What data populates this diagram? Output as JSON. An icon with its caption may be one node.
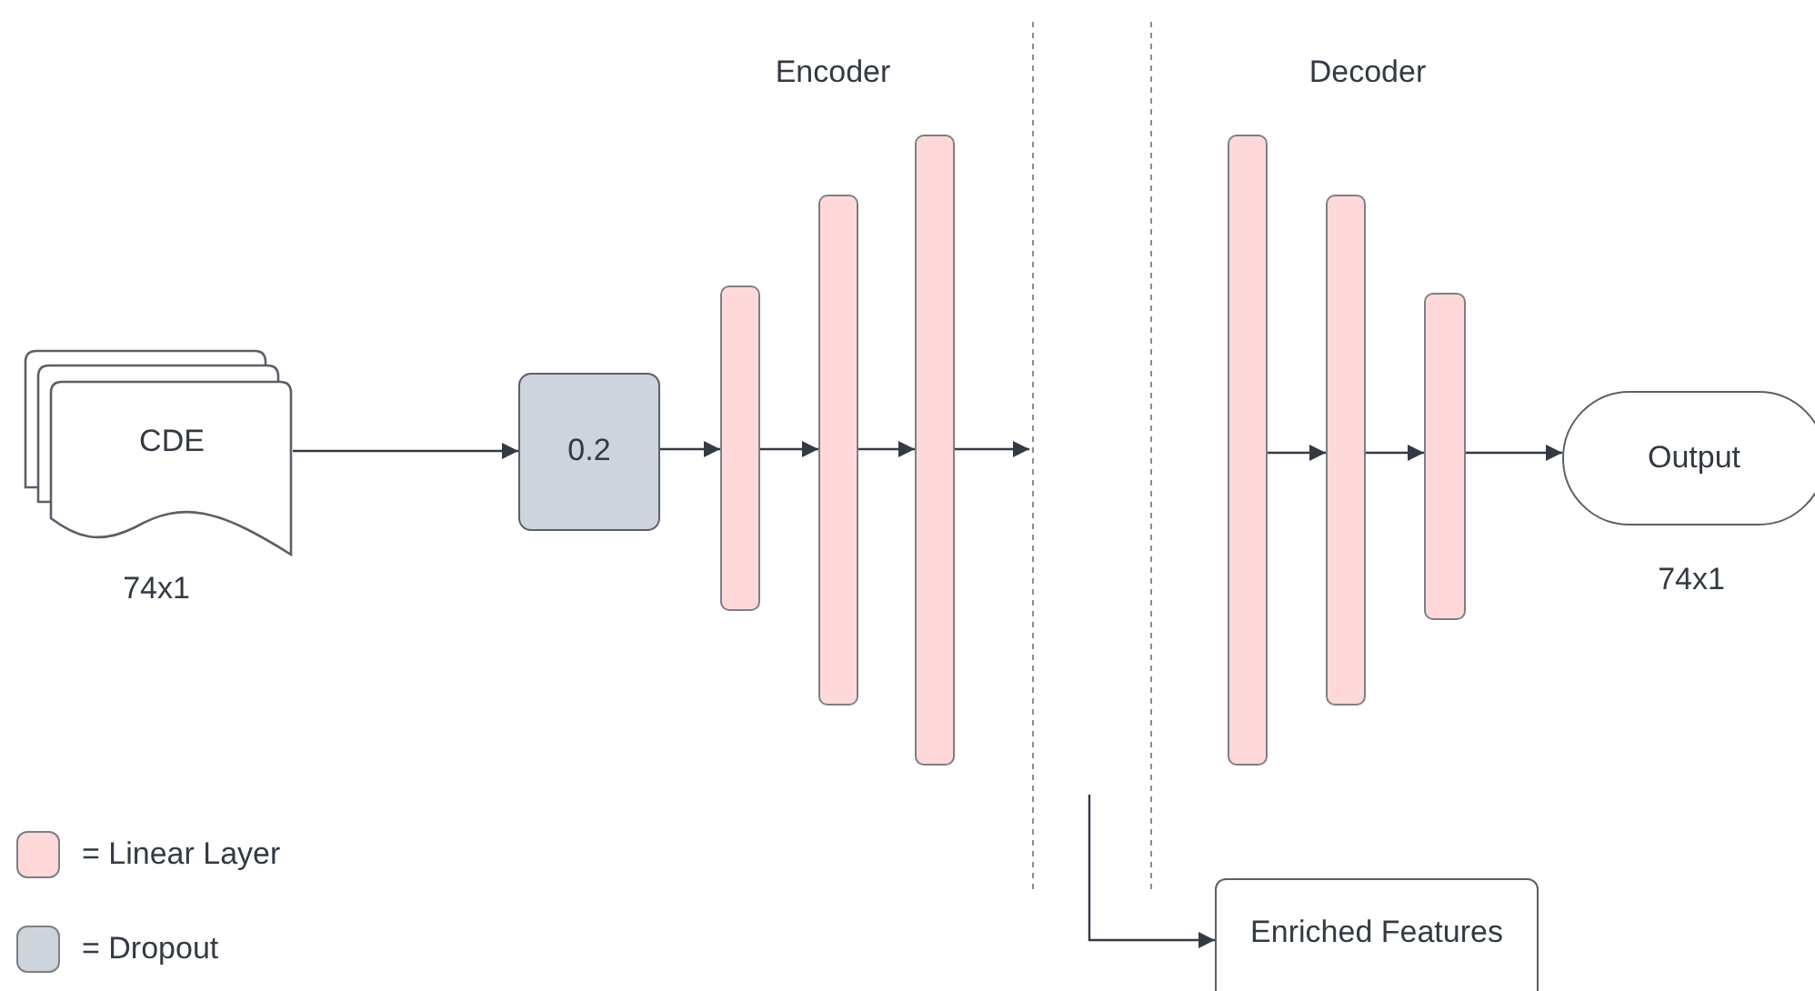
{
  "diagram": {
    "nodes": [
      {
        "text": [
          "CDE"
        ],
        "beside": [
          "74x1"
        ]
      },
      {
        "text": [
          "0.2"
        ]
      },
      {
        "text": [],
        "shape": "bar"
      },
      {
        "text": [],
        "shape": "bar"
      },
      {
        "text": [],
        "shape": "bar"
      },
      {
        "text": [],
        "shape": "bar"
      },
      {
        "text": [],
        "shape": "bar"
      },
      {
        "text": [],
        "shape": "bar"
      },
      {
        "text": [
          "Output"
        ],
        "beside": [
          "74x1"
        ]
      },
      {
        "text": [
          "Enriched Features"
        ]
      }
    ],
    "edges": [
      {
        "from": 0,
        "to": 1,
        "arrow": "to"
      },
      {
        "from": 1,
        "to": 2,
        "arrow": "to"
      },
      {
        "from": 2,
        "to": 3,
        "arrow": "to"
      },
      {
        "from": 3,
        "to": 4,
        "arrow": "to"
      },
      {
        "from": 4,
        "to": null,
        "arrow": "to"
      },
      {
        "from": 5,
        "to": 6,
        "arrow": "to"
      },
      {
        "from": 6,
        "to": 7,
        "arrow": "to"
      },
      {
        "from": 7,
        "to": 8,
        "arrow": "to"
      },
      {
        "from": null,
        "to": 9,
        "arrow": "to"
      }
    ],
    "labels": [
      "Encoder",
      "Decoder"
    ],
    "legend": [
      {
        "text": "= Linear Layer",
        "color": "#ffd9da"
      },
      {
        "text": "= Dropout",
        "color": "#ced4dc"
      }
    ]
  }
}
